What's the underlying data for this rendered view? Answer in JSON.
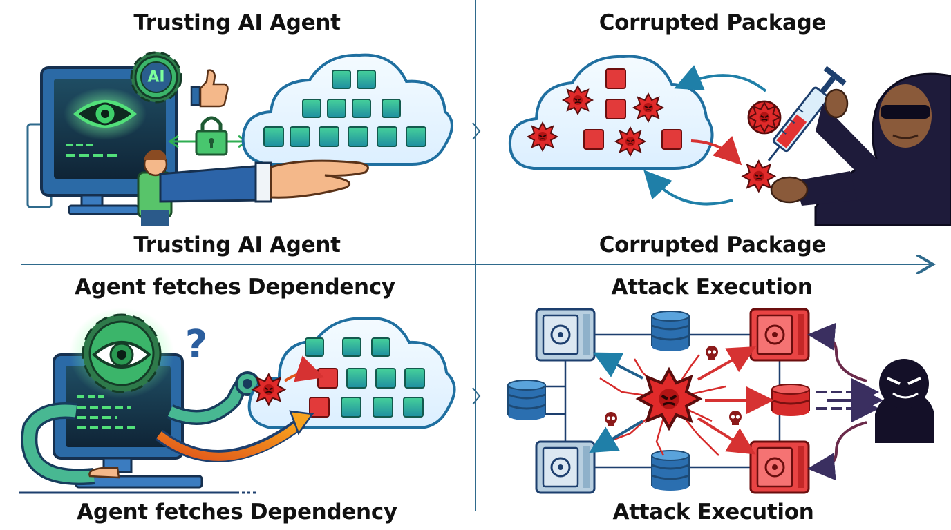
{
  "panels": {
    "top_left": {
      "title": "Trusting AI Agent",
      "caption": "Trusting AI Agent",
      "badge": "AI"
    },
    "top_right": {
      "title": "Corrupted Package",
      "caption": "Corrupted Package"
    },
    "bottom_left": {
      "title": "Agent fetches Dependency",
      "caption": "Agent fetches Dependency",
      "mark": "?"
    },
    "bottom_right": {
      "title": "Attack Execution",
      "caption": "Attack Execution"
    }
  },
  "icons": [
    "eye-icon",
    "gear-icon",
    "thumbs-up-icon",
    "padlock-icon",
    "cloud-icon",
    "hand-icon",
    "virus-icon",
    "syringe-icon",
    "hooded-hacker-icon",
    "question-mark-icon",
    "vault-icon",
    "database-icon",
    "skull-icon"
  ],
  "colors": {
    "line": "#2f6a8c",
    "blue_dark": "#1d3f6e",
    "green": "#3dbb6a",
    "teal_block": "#2aa98a",
    "red": "#dd2a2a",
    "orange": "#f07a1c",
    "cloud_fill": "#e9f5fc"
  }
}
